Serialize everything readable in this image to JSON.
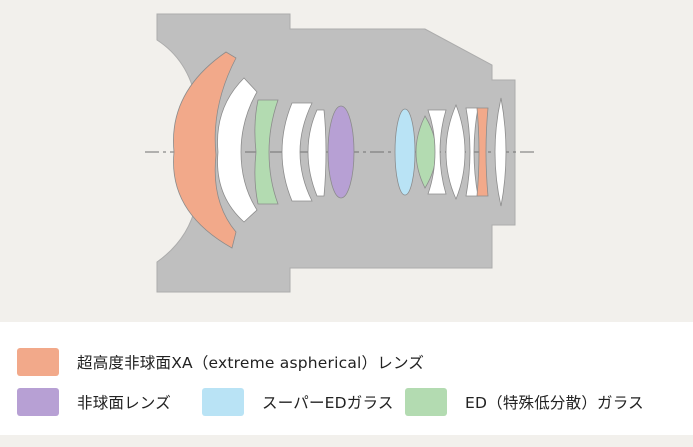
{
  "colors": {
    "background": "#f2f0ec",
    "barrel": "#bfbfbf",
    "barrel_edge": "#acacac",
    "axis": "#707070",
    "lens_plain": "#ffffff",
    "lens_stroke": "#8c8c8c",
    "xa": "#f2a98a",
    "aspherical": "#b7a0d4",
    "super_ed": "#b9e3f5",
    "ed": "#b3dbb1"
  },
  "legend": {
    "items": [
      {
        "id": "xa",
        "label": "超高度非球面XA（extreme aspherical）レンズ",
        "color": "#f2a98a"
      },
      {
        "id": "aspherical",
        "label": "非球面レンズ",
        "color": "#b7a0d4"
      },
      {
        "id": "super_ed",
        "label": "スーパーEDガラス",
        "color": "#b9e3f5"
      },
      {
        "id": "ed",
        "label": "ED（特殊低分散）ガラス",
        "color": "#b3dbb1"
      }
    ]
  }
}
